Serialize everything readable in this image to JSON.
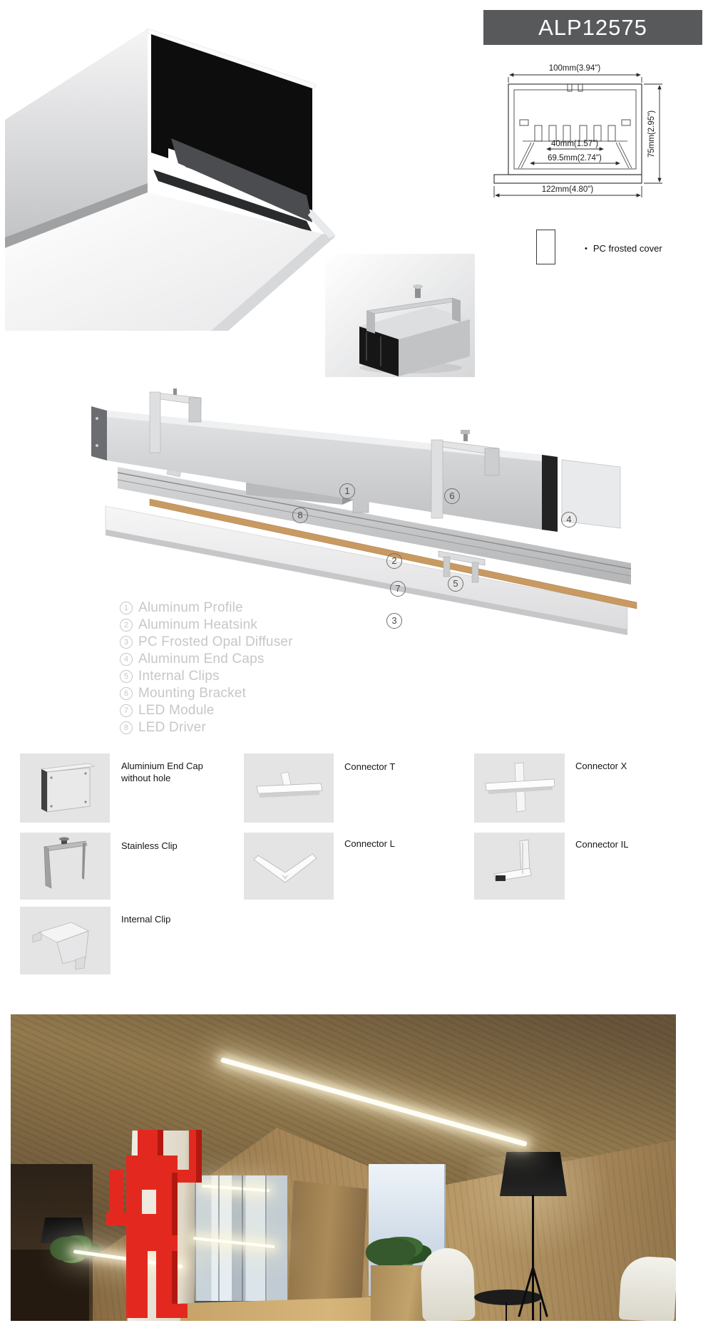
{
  "product": {
    "model": "ALP12575"
  },
  "drawing": {
    "dim_top": "100mm(3.94\")",
    "dim_height": "75mm(2.95\")",
    "dim_inner": "40mm(1.57\")",
    "dim_mid": "69.5mm(2.74\")",
    "dim_overall": "122mm(4.80\")",
    "cover_bullet": "•",
    "cover_note": "PC frosted cover"
  },
  "parts": [
    {
      "num": "1",
      "label": "Aluminum Profile"
    },
    {
      "num": "2",
      "label": "Aluminum Heatsink"
    },
    {
      "num": "3",
      "label": "PC Frosted Opal Diffuser"
    },
    {
      "num": "4",
      "label": "Aluminum End Caps"
    },
    {
      "num": "5",
      "label": "Internal Clips"
    },
    {
      "num": "6",
      "label": "Mounting Bracket"
    },
    {
      "num": "7",
      "label": "LED Module"
    },
    {
      "num": "8",
      "label": "LED Driver"
    }
  ],
  "accessories": [
    {
      "label": "Aluminium End Cap",
      "label2": "without hole"
    },
    {
      "label": "Connector T"
    },
    {
      "label": "Connector X"
    },
    {
      "label": "Stainless Clip"
    },
    {
      "label": "Connector L"
    },
    {
      "label": "Connector IL"
    },
    {
      "label": "Internal Clip"
    }
  ],
  "colors": {
    "header_bg": "#58595b",
    "header_text": "#ffffff",
    "thumb_bg": "#e4e4e4",
    "parts_list_text": "#c7c7c7",
    "figure_red": "#e3291f"
  }
}
